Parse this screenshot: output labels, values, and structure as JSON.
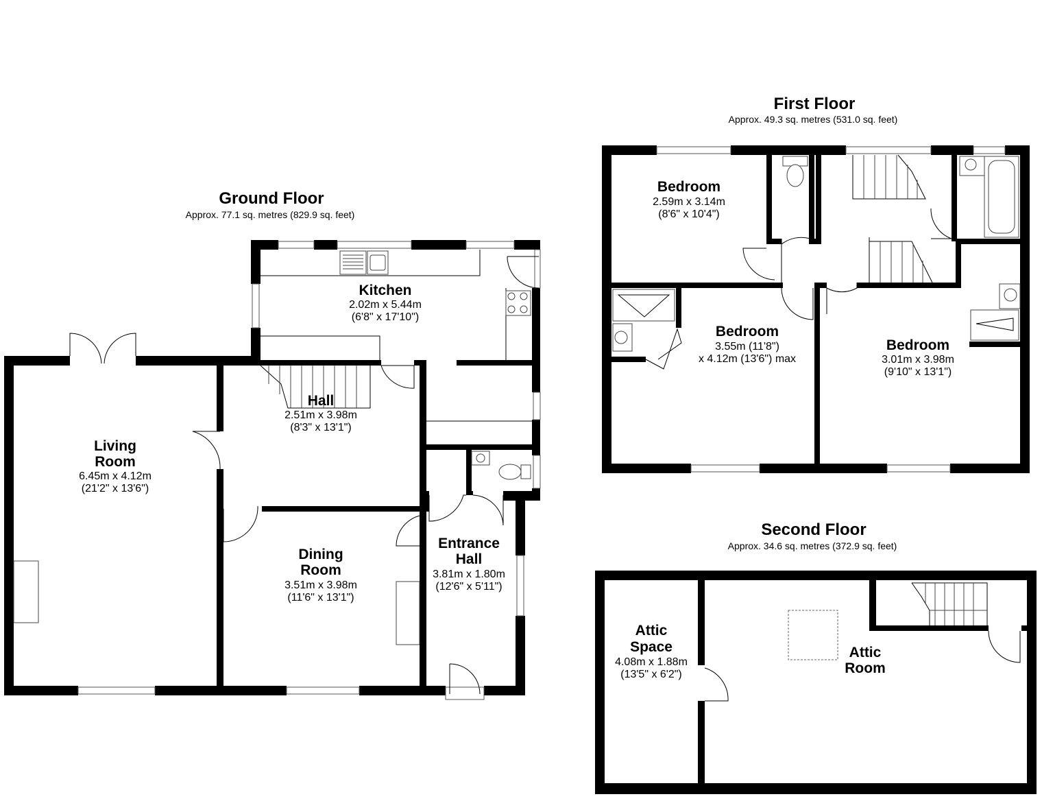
{
  "floors": {
    "ground": {
      "title": "Ground Floor",
      "area": "Approx. 77.1 sq. metres (829.9 sq. feet)",
      "rooms": {
        "kitchen": {
          "name": [
            "Kitchen"
          ],
          "dims": [
            "2.02m x 5.44m",
            "(6'8\" x 17'10\")"
          ]
        },
        "hall": {
          "name": [
            "Hall"
          ],
          "dims": [
            "2.51m x 3.98m",
            "(8'3\" x 13'1\")"
          ]
        },
        "living": {
          "name": [
            "Living",
            "Room"
          ],
          "dims": [
            "6.45m x 4.12m",
            "(21'2\" x 13'6\")"
          ]
        },
        "dining": {
          "name": [
            "Dining",
            "Room"
          ],
          "dims": [
            "3.51m x 3.98m",
            "(11'6\" x 13'1\")"
          ]
        },
        "entrance": {
          "name": [
            "Entrance",
            "Hall"
          ],
          "dims": [
            "3.81m x 1.80m",
            "(12'6\" x 5'11\")"
          ]
        }
      }
    },
    "first": {
      "title": "First Floor",
      "area": "Approx. 49.3 sq. metres (531.0 sq. feet)",
      "rooms": {
        "bed1": {
          "name": [
            "Bedroom"
          ],
          "dims": [
            "2.59m x 3.14m",
            "(8'6\" x 10'4\")"
          ]
        },
        "bed2": {
          "name": [
            "Bedroom"
          ],
          "dims": [
            "3.55m (11'8\")",
            "x 4.12m (13'6\") max"
          ]
        },
        "bed3": {
          "name": [
            "Bedroom"
          ],
          "dims": [
            "3.01m x 3.98m",
            "(9'10\" x 13'1\")"
          ]
        }
      }
    },
    "second": {
      "title": "Second Floor",
      "area": "Approx. 34.6 sq. metres (372.9 sq. feet)",
      "rooms": {
        "attic_space": {
          "name": [
            "Attic",
            "Space"
          ],
          "dims": [
            "4.08m x 1.88m",
            "(13'5\" x 6'2\")"
          ]
        },
        "attic_room": {
          "name": [
            "Attic",
            "Room"
          ],
          "dims": []
        }
      }
    }
  }
}
